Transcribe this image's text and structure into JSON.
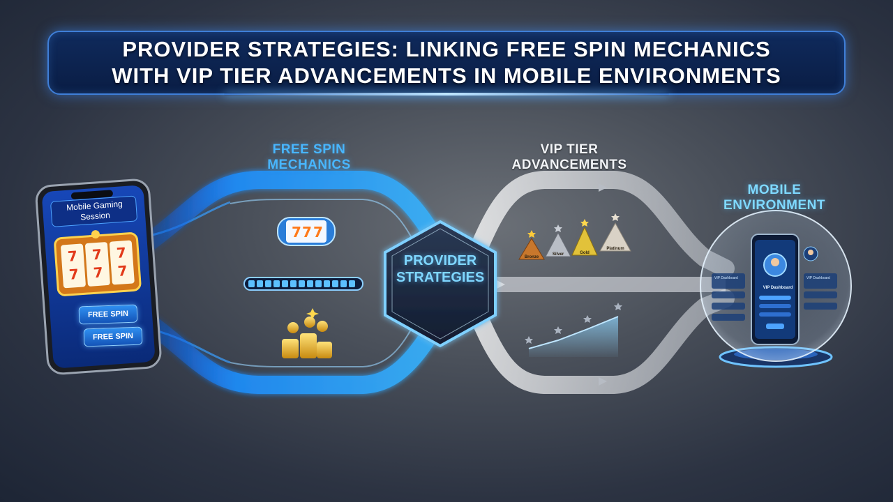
{
  "title": {
    "line1": "Provider Strategies: Linking Free Spin Mechanics",
    "line2": "with VIP Tier Advancements in Mobile Environments"
  },
  "labels": {
    "free_spin": [
      "Free Spin",
      "Mechanics"
    ],
    "vip_tier": [
      "VIP Tier",
      "Advancements"
    ],
    "mobile_environment": [
      "Mobile",
      "Environment"
    ],
    "hub": [
      "Provider",
      "Strategies"
    ]
  },
  "phone": {
    "title_line1": "Mobile Gaming",
    "title_line2": "Session",
    "button_1": "Free Spin",
    "button_2": "Free Spin"
  },
  "vip_tiers": [
    "Bronze",
    "Silver",
    "Gold",
    "Platinum"
  ],
  "mobile_dashboard": {
    "title": "VIP Dashboard",
    "side_left": "VIP Dashboard",
    "side_right": "VIP Dashboard"
  },
  "colors": {
    "free_spin_path": "#1e90ff",
    "vip_path": "#e6e8ec",
    "hub_glow": "#6fd0ff",
    "banner_border": "#3f7fd8"
  },
  "icons": {
    "slot_reel": "slot-reel-icon",
    "progress_bar": "progress-bar-icon",
    "coins": "gold-coins-icon",
    "tier_pyramids": "tier-pyramid-icon",
    "growth_chart": "growth-chart-icon",
    "avatar": "avatar-icon"
  }
}
